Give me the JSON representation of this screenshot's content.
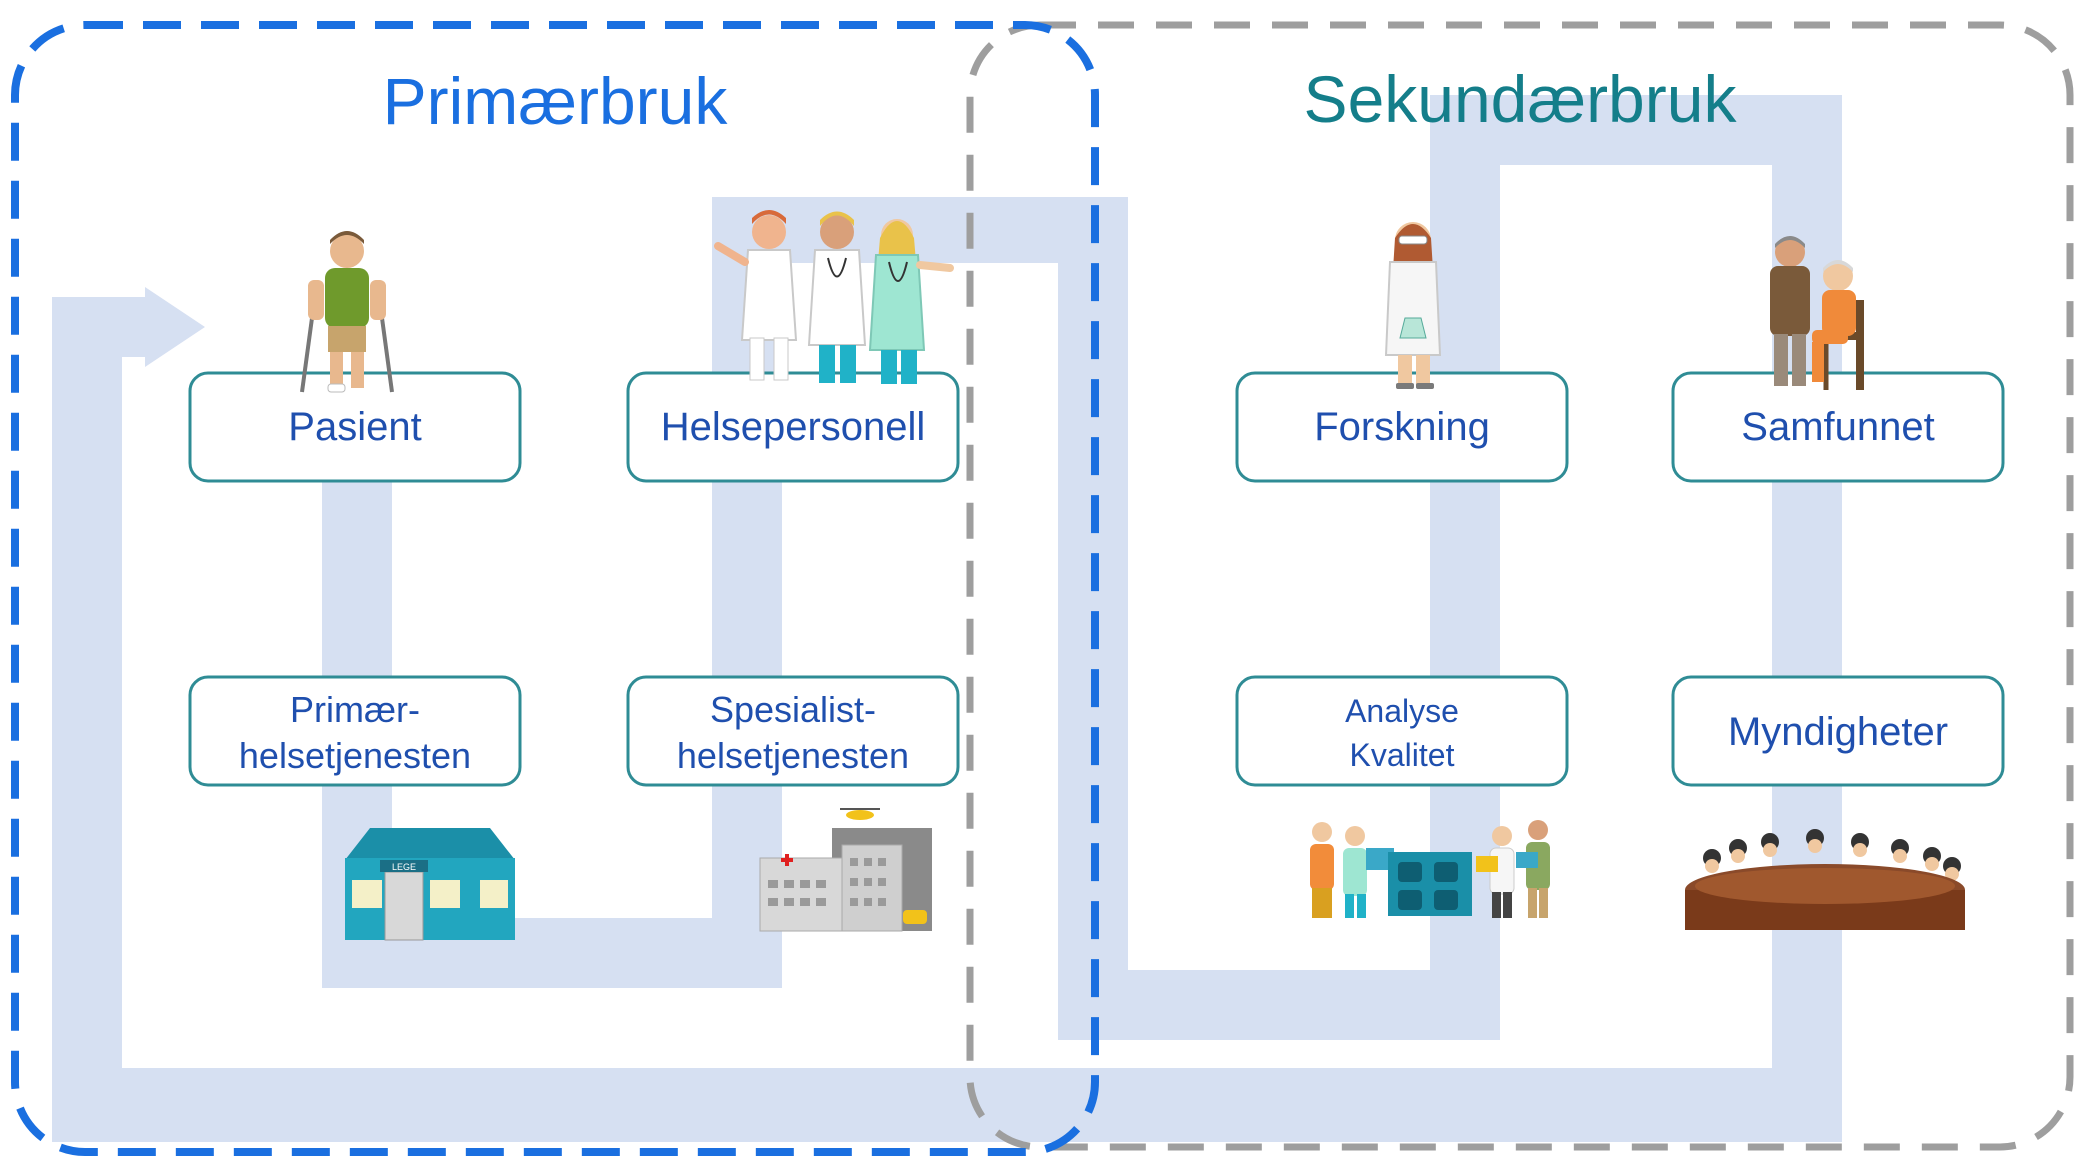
{
  "colors": {
    "primary_accent": "#1a6fe0",
    "secondary_accent": "#147e8a",
    "box_border": "#2f8c95",
    "box_text": "#1f4fae",
    "flow_band": "#d6e0f2",
    "secondary_border": "#9e9e9e",
    "clinic_building": "#22a6bf"
  },
  "regions": {
    "primary": {
      "title": "Primærbruk"
    },
    "secondary": {
      "title": "Sekundærbruk"
    }
  },
  "boxes": {
    "pasient": {
      "label": "Pasient"
    },
    "helsepersonell": {
      "label": "Helsepersonell"
    },
    "primaerhelse": {
      "line1": "Primær-",
      "line2": "helsetjenesten"
    },
    "spesialisthelse": {
      "line1": "Spesialist-",
      "line2": "helsetjenesten"
    },
    "forskning": {
      "label": "Forskning"
    },
    "samfunnet": {
      "label": "Samfunnet"
    },
    "analyse": {
      "line1": "Analyse",
      "line2": "Kvalitet"
    },
    "myndigheter": {
      "label": "Myndigheter"
    }
  },
  "illustrations": {
    "clinic_sign": "LEGE",
    "patient": "patient-with-crutches-icon",
    "health_staff": "doctors-group-icon",
    "clinic": "clinic-building-icon",
    "hospital": "hospital-building-icon",
    "researcher": "researcher-icon",
    "society": "elderly-couple-icon",
    "analysts": "analyst-team-icon",
    "authorities": "meeting-table-icon"
  }
}
